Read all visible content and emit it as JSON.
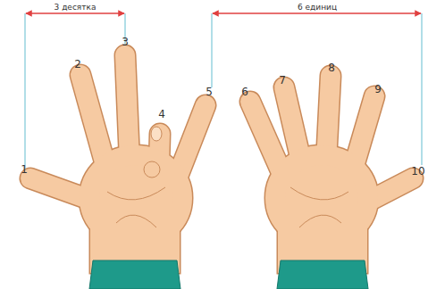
{
  "diagram": {
    "labels": [
      "3 десятка",
      "6 единиц",
      "1",
      "2",
      "3",
      "4",
      "5",
      "6",
      "7",
      "8",
      "9",
      "10"
    ]
  }
}
